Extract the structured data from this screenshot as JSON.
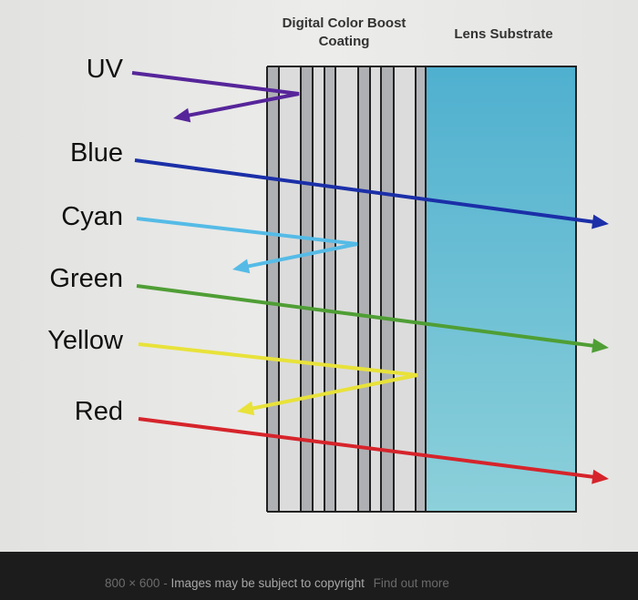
{
  "diagram": {
    "coating_label": "Digital Color Boost Coating",
    "substrate_label": "Lens Substrate",
    "rays": [
      {
        "name": "UV",
        "color": "#56259a",
        "behavior": "reflected"
      },
      {
        "name": "Blue",
        "color": "#1b2fa8",
        "behavior": "transmitted"
      },
      {
        "name": "Cyan",
        "color": "#55bbe6",
        "behavior": "reflected"
      },
      {
        "name": "Green",
        "color": "#4f9e35",
        "behavior": "transmitted"
      },
      {
        "name": "Yellow",
        "color": "#e8e23a",
        "behavior": "reflected"
      },
      {
        "name": "Red",
        "color": "#d6242b",
        "behavior": "transmitted"
      }
    ]
  },
  "footer": {
    "dimensions": "800 × 600",
    "separator": "-",
    "copyright": "Images may be subject to copyright",
    "link": "Find out more"
  }
}
